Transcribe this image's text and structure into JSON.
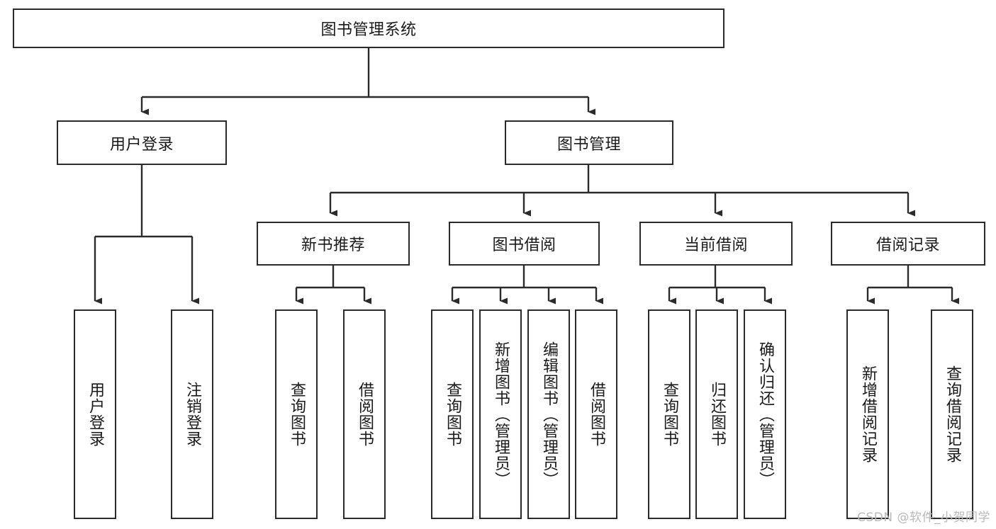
{
  "diagram": {
    "title": "图书管理系统",
    "type": "tree-hierarchy-chart",
    "watermark": "CSDN @软件_小贺同学",
    "colors": {
      "border": "#2b2b2b",
      "text": "#1a1a1a",
      "background": "#ffffff",
      "watermark": "#b9b9b9"
    },
    "root": {
      "label": "图书管理系统"
    },
    "level2": [
      {
        "label": "用户登录"
      },
      {
        "label": "图书管理"
      }
    ],
    "level3": [
      {
        "label": "新书推荐"
      },
      {
        "label": "图书借阅"
      },
      {
        "label": "当前借阅"
      },
      {
        "label": "借阅记录"
      }
    ],
    "leaves_user_login": [
      {
        "label": "用户登录"
      },
      {
        "label": "注销登录"
      }
    ],
    "leaves_new_book": [
      {
        "label": "查询图书"
      },
      {
        "label": "借阅图书"
      }
    ],
    "leaves_borrow": [
      {
        "label": "查询图书"
      },
      {
        "label": "新增图书（管理员）"
      },
      {
        "label": "编辑图书（管理员）"
      },
      {
        "label": "借阅图书"
      }
    ],
    "leaves_current": [
      {
        "label": "查询图书"
      },
      {
        "label": "归还图书"
      },
      {
        "label": "确认归还（管理员）"
      }
    ],
    "leaves_record": [
      {
        "label": "新增借阅记录"
      },
      {
        "label": "查询借阅记录"
      }
    ]
  }
}
